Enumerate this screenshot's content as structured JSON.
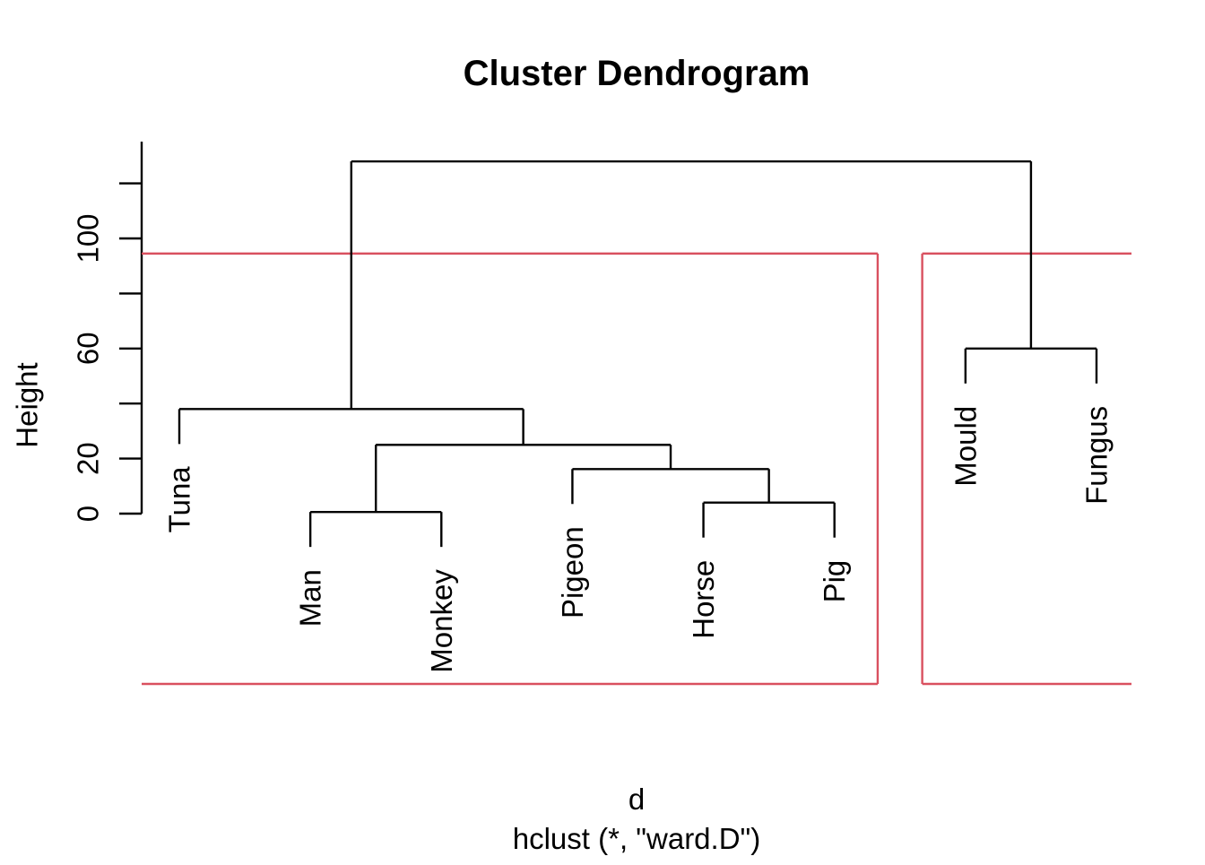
{
  "figure": {
    "title": "Cluster Dendrogram",
    "ylabel": "Height",
    "xlabel_line1": "d",
    "xlabel_line2": "hclust (*, \"ward.D\")"
  },
  "colors": {
    "line": "#000000",
    "cluster_box": "#d9505f",
    "background": "#ffffff"
  },
  "chart_data": {
    "type": "dendrogram",
    "title": "Cluster Dendrogram",
    "ylabel": "Height",
    "xlabel": "d",
    "method_caption": "hclust (*, \"ward.D\")",
    "leaves": [
      "Tuna",
      "Man",
      "Monkey",
      "Pigeon",
      "Horse",
      "Pig",
      "Mould",
      "Fungus"
    ],
    "axis": {
      "ticks": [
        0,
        20,
        40,
        60,
        80,
        100,
        120
      ],
      "labeled_ticks": [
        0,
        20,
        60,
        100
      ],
      "ylim": [
        0,
        129
      ],
      "grid": false
    },
    "hang": 12.7,
    "tree": {
      "height": 128,
      "children": [
        {
          "height": 38,
          "children": [
            {
              "leaf": "Tuna"
            },
            {
              "height": 25,
              "children": [
                {
                  "height": 0.6,
                  "children": [
                    {
                      "leaf": "Man"
                    },
                    {
                      "leaf": "Monkey"
                    }
                  ]
                },
                {
                  "height": 16.2,
                  "children": [
                    {
                      "leaf": "Pigeon"
                    },
                    {
                      "height": 4,
                      "children": [
                        {
                          "leaf": "Horse"
                        },
                        {
                          "leaf": "Pig"
                        }
                      ]
                    }
                  ]
                }
              ]
            }
          ]
        },
        {
          "height": 60,
          "children": [
            {
              "leaf": "Mould"
            },
            {
              "leaf": "Fungus"
            }
          ]
        }
      ]
    },
    "cluster_boxes": {
      "cut_height": 94.5,
      "boxes": [
        {
          "name": "cluster-1",
          "members": [
            "Tuna",
            "Man",
            "Monkey",
            "Pigeon",
            "Horse",
            "Pig"
          ]
        },
        {
          "name": "cluster-2",
          "members": [
            "Mould",
            "Fungus"
          ]
        }
      ]
    }
  }
}
